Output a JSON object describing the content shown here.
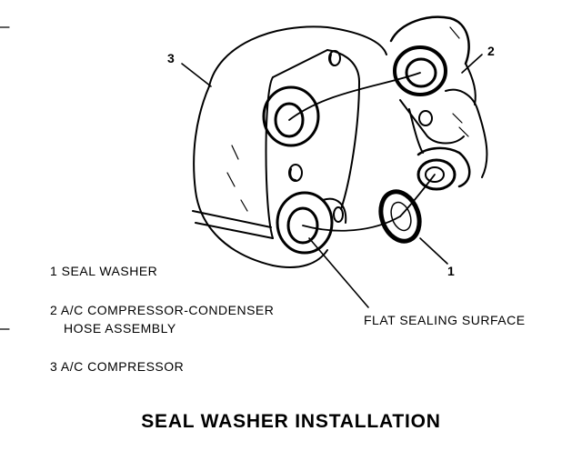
{
  "callouts": {
    "num_3": "3",
    "num_2": "2",
    "num_1": "1"
  },
  "legend": {
    "item1": "1  SEAL WASHER",
    "item2_line1": "2  A/C COMPRESSOR-CONDENSER",
    "item2_line2": "HOSE ASSEMBLY",
    "item3": "3  A/C COMPRESSOR"
  },
  "annotation": {
    "flat_sealing_surface": "FLAT SEALING SURFACE"
  },
  "caption": "SEAL WASHER INSTALLATION",
  "colors": {
    "ink": "#000000",
    "paper": "#ffffff"
  }
}
